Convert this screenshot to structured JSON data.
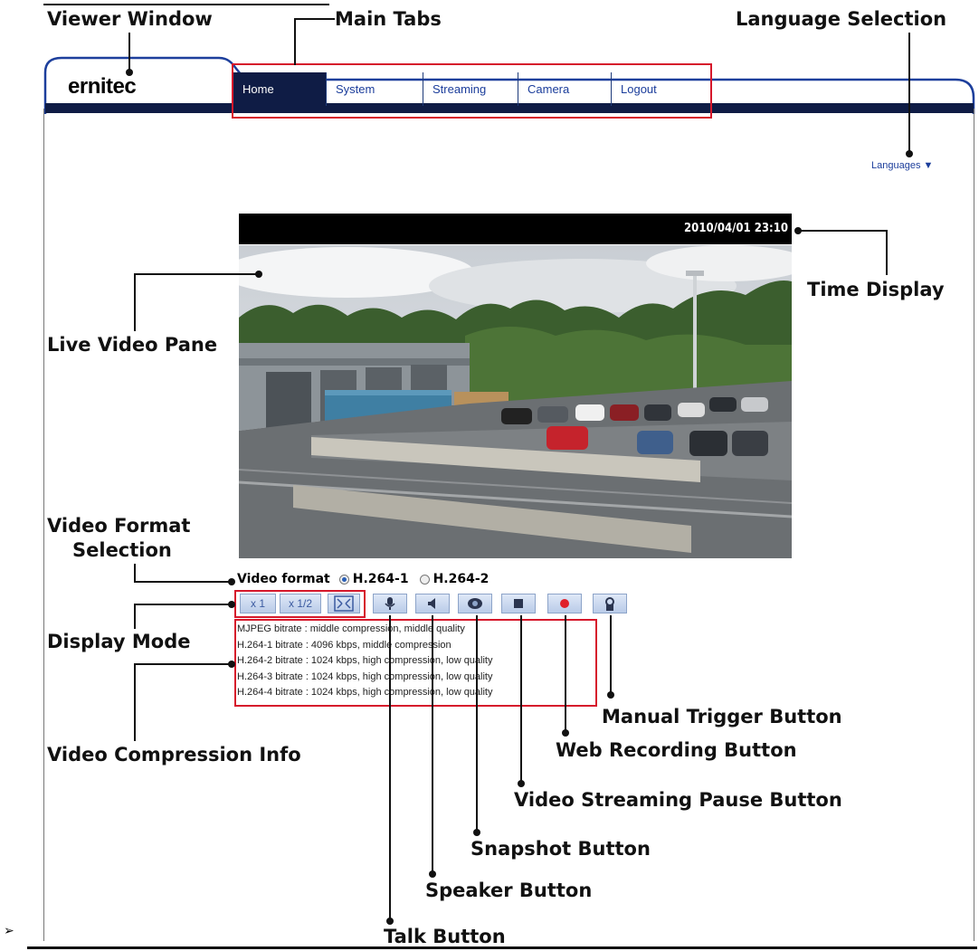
{
  "brand": {
    "logo": "ernitec"
  },
  "tabs": [
    {
      "label": "Home",
      "active": true
    },
    {
      "label": "System",
      "active": false
    },
    {
      "label": "Streaming",
      "active": false
    },
    {
      "label": "Camera",
      "active": false
    },
    {
      "label": "Logout",
      "active": false
    }
  ],
  "language": {
    "label": "Languages ▼"
  },
  "video": {
    "timestamp": "2010/04/01 23:10"
  },
  "video_format": {
    "label": "Video format",
    "options": [
      {
        "label": "H.264-1",
        "selected": true
      },
      {
        "label": "H.264-2",
        "selected": false
      }
    ]
  },
  "display_mode": {
    "x1": "x 1",
    "x_half": "x 1/2"
  },
  "compression_info": [
    "MJPEG bitrate : middle compression, middle quality",
    "H.264-1 bitrate : 4096 kbps, middle compression",
    "H.264-2 bitrate : 1024 kbps, high compression, low quality",
    "H.264-3 bitrate : 1024 kbps, high compression, low quality",
    "H.264-4 bitrate : 1024 kbps, high compression, low quality"
  ],
  "callouts": {
    "viewer_window": "Viewer Window",
    "main_tabs": "Main Tabs",
    "language_selection": "Language Selection",
    "time_display": "Time Display",
    "live_video_pane": "Live Video Pane",
    "video_format_selection_1": "Video Format",
    "video_format_selection_2": "Selection",
    "display_mode": "Display Mode",
    "video_compression_info": "Video Compression Info",
    "manual_trigger": "Manual  Trigger  Button",
    "web_recording": "Web Recording Button",
    "streaming_pause": "Video Streaming Pause Button",
    "snapshot": "Snapshot Button",
    "speaker": "Speaker Button",
    "talk": "Talk Button"
  },
  "colors": {
    "nav_bar": "#0f1c45",
    "tab_text": "#1b3d9b",
    "highlight_red": "#d6182b",
    "record_red": "#e0202a"
  },
  "footer_marker": "➢"
}
